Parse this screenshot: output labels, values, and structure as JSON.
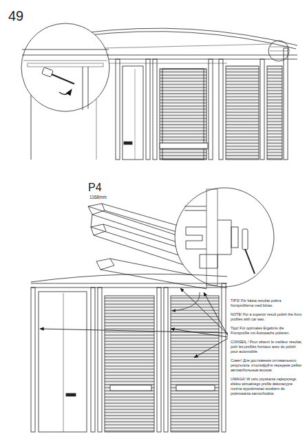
{
  "diagram": {
    "labels": [
      "49",
      "P4",
      "1168mm",
      "TIPS! För bästa resultat polera frontprofilerna med bilvax.",
      "NOTE! For a superior result polish the front profiles with car wax.",
      "Tipp! Für optimales Ergebnis die Frontprofile mit Autowachs polieren.",
      "CONSEIL ! Pour obtenir le meilleur résultat, polir les profilés frontaux avec du polish pour automobile.",
      "Совет! Для достижения оптимального результата, отшлифуйте передние рейки автомобильным воском.",
      "UWAGA! W celu uzyskania najlepszego efektu wizualnego profile dekoracyjne można wypolerować woskiem do polerowania samochodów."
    ]
  }
}
